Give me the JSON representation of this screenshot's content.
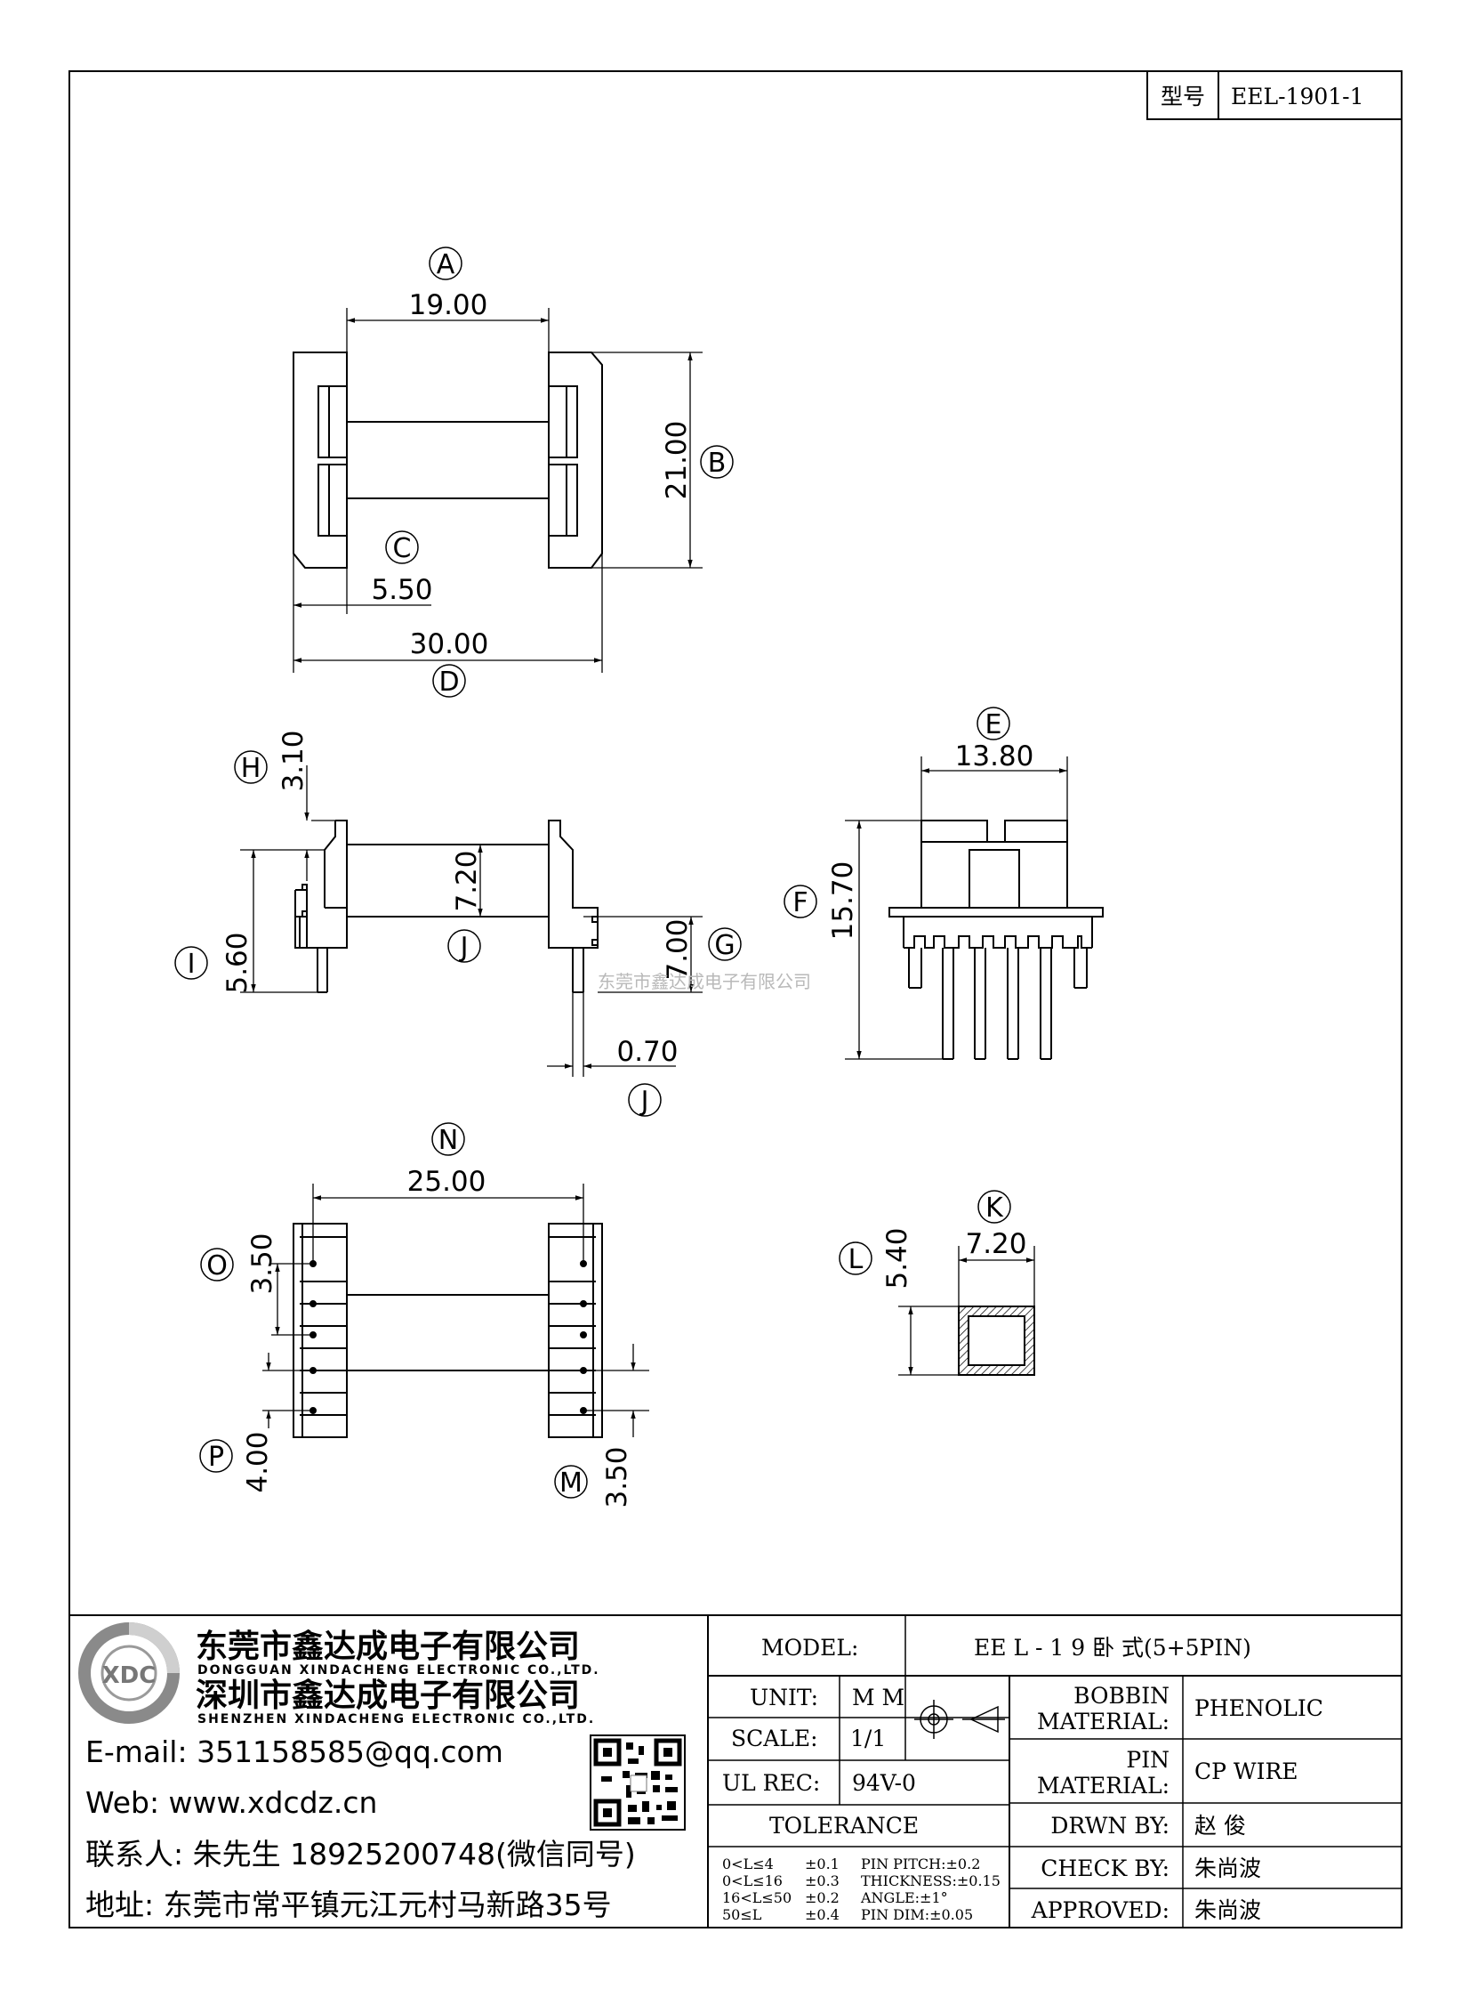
{
  "header": {
    "model_label": "型号",
    "model_value": "EEL-1901-1"
  },
  "dimensions": {
    "A": {
      "letter": "A",
      "value": "19.00"
    },
    "B": {
      "letter": "B",
      "value": "21.00"
    },
    "C": {
      "letter": "C",
      "value": "5.50"
    },
    "D": {
      "letter": "D",
      "value": "30.00"
    },
    "E": {
      "letter": "E",
      "value": "13.80"
    },
    "F": {
      "letter": "F",
      "value": "15.70"
    },
    "G": {
      "letter": "G",
      "value": "7.00"
    },
    "H": {
      "letter": "H",
      "value": "3.10"
    },
    "I": {
      "letter": "I",
      "value": "5.60"
    },
    "J1": {
      "letter": "J",
      "value": "7.20"
    },
    "J2": {
      "letter": "J",
      "value": "0.70"
    },
    "K": {
      "letter": "K",
      "value": "7.20"
    },
    "L": {
      "letter": "L",
      "value": "5.40"
    },
    "M": {
      "letter": "M",
      "value": "3.50"
    },
    "N": {
      "letter": "N",
      "value": "25.00"
    },
    "O": {
      "letter": "O",
      "value": "3.50"
    },
    "P": {
      "letter": "P",
      "value": "4.00"
    }
  },
  "watermark": "东莞市鑫达成电子有限公司",
  "company": {
    "logo_text": "XDC",
    "name_cn_1": "东莞市鑫达成电子有限公司",
    "name_en_1": "DONGGUAN XINDACHENG ELECTRONIC CO.,LTD.",
    "name_cn_2": "深圳市鑫达成电子有限公司",
    "name_en_2": "SHENZHEN XINDACHENG ELECTRONIC CO.,LTD.",
    "email": "E-mail: 351158585@qq.com",
    "web": "Web: www.xdcdz.cn",
    "contact": "联系人: 朱先生 18925200748(微信同号)",
    "address": "地址: 东莞市常平镇元江元村马新路35号"
  },
  "title_block": {
    "model_label": "MODEL:",
    "model_value": "EE L - 1 9 卧 式(5+5PIN)",
    "unit_label": "UNIT:",
    "unit_value": "M M",
    "scale_label": "SCALE:",
    "scale_value": "1/1",
    "ulrec_label": "UL REC:",
    "ulrec_value": "94V-0",
    "tolerance_label": "TOLERANCE",
    "tolerance_rows": [
      {
        "range": "0<L≤4",
        "tol": "±0.1",
        "spec": "PIN PITCH:±0.2"
      },
      {
        "range": "0<L≤16",
        "tol": "±0.3",
        "spec": "THICKNESS:±0.15"
      },
      {
        "range": "16<L≤50",
        "tol": "±0.2",
        "spec": "ANGLE:±1°"
      },
      {
        "range": "50≤L",
        "tol": "±0.4",
        "spec": "PIN DIM:±0.05"
      }
    ],
    "bobbin_label_1": "BOBBIN",
    "bobbin_label_2": "MATERIAL:",
    "bobbin_value": "PHENOLIC",
    "pin_label_1": "PIN",
    "pin_label_2": "MATERIAL:",
    "pin_value": "CP WIRE",
    "drwn_label": "DRWN BY:",
    "drwn_value": "赵 俊",
    "check_label": "CHECK BY:",
    "check_value": "朱尚波",
    "approved_label": "APPROVED:",
    "approved_value": "朱尚波"
  }
}
